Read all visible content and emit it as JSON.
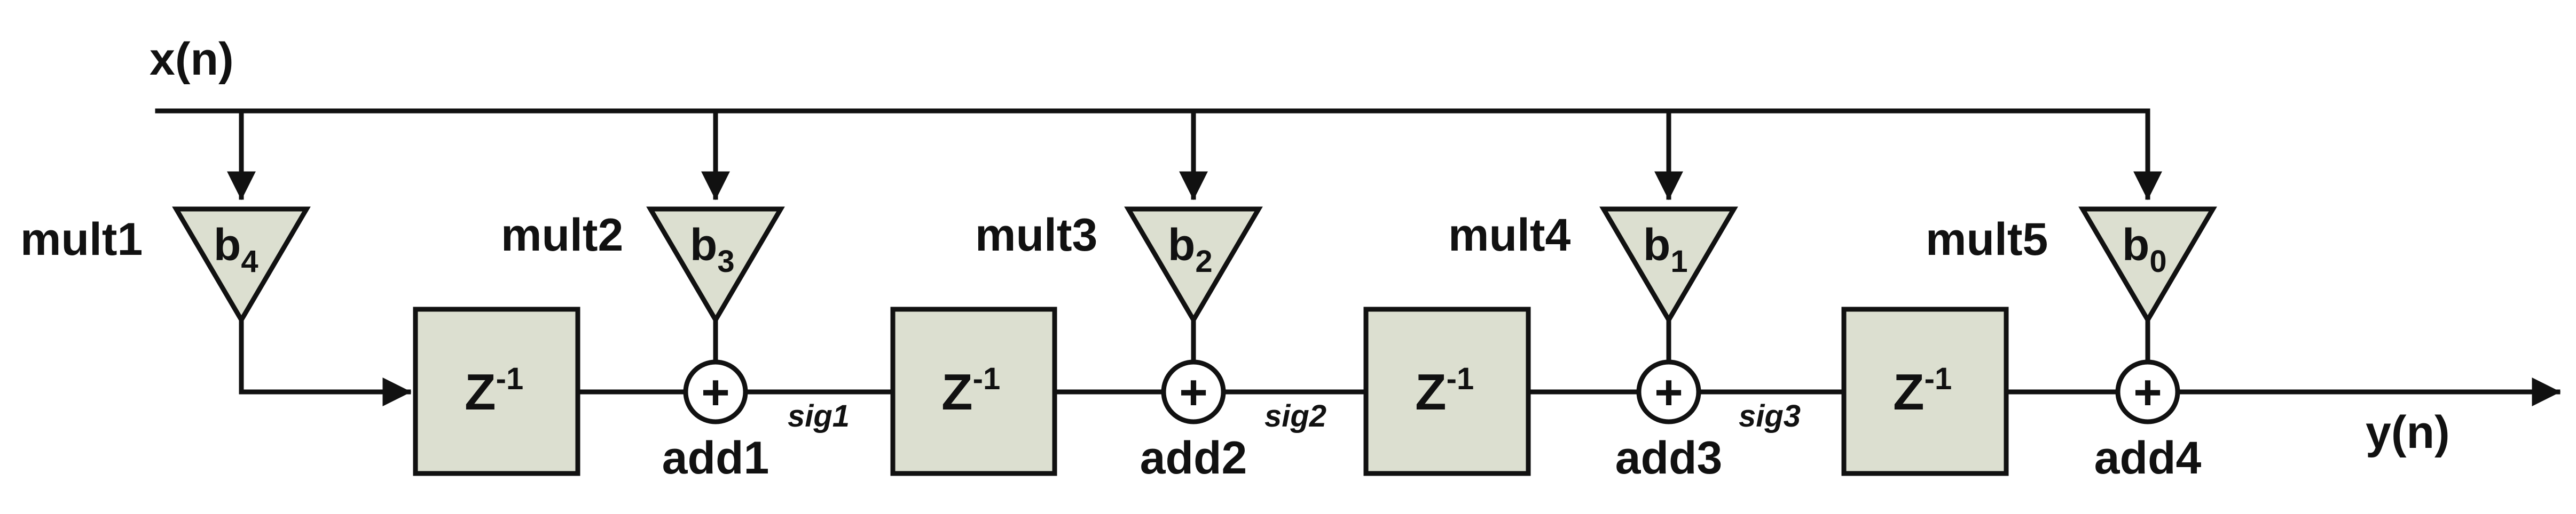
{
  "diagram": {
    "input_label": "x(n)",
    "output_label": "y(n)",
    "colors": {
      "block_fill": "#dcdfd0",
      "line": "#111111",
      "adder_fill": "#ffffff"
    },
    "multipliers": [
      {
        "name": "mult1",
        "coef": "b",
        "sub": "4"
      },
      {
        "name": "mult2",
        "coef": "b",
        "sub": "3"
      },
      {
        "name": "mult3",
        "coef": "b",
        "sub": "2"
      },
      {
        "name": "mult4",
        "coef": "b",
        "sub": "1"
      },
      {
        "name": "mult5",
        "coef": "b",
        "sub": "0"
      }
    ],
    "delays": [
      {
        "base": "Z",
        "sup": "-1"
      },
      {
        "base": "Z",
        "sup": "-1"
      },
      {
        "base": "Z",
        "sup": "-1"
      },
      {
        "base": "Z",
        "sup": "-1"
      }
    ],
    "adders": [
      {
        "name": "add1",
        "symbol": "+"
      },
      {
        "name": "add2",
        "symbol": "+"
      },
      {
        "name": "add3",
        "symbol": "+"
      },
      {
        "name": "add4",
        "symbol": "+"
      }
    ],
    "signals": [
      "sig1",
      "sig2",
      "sig3"
    ]
  }
}
